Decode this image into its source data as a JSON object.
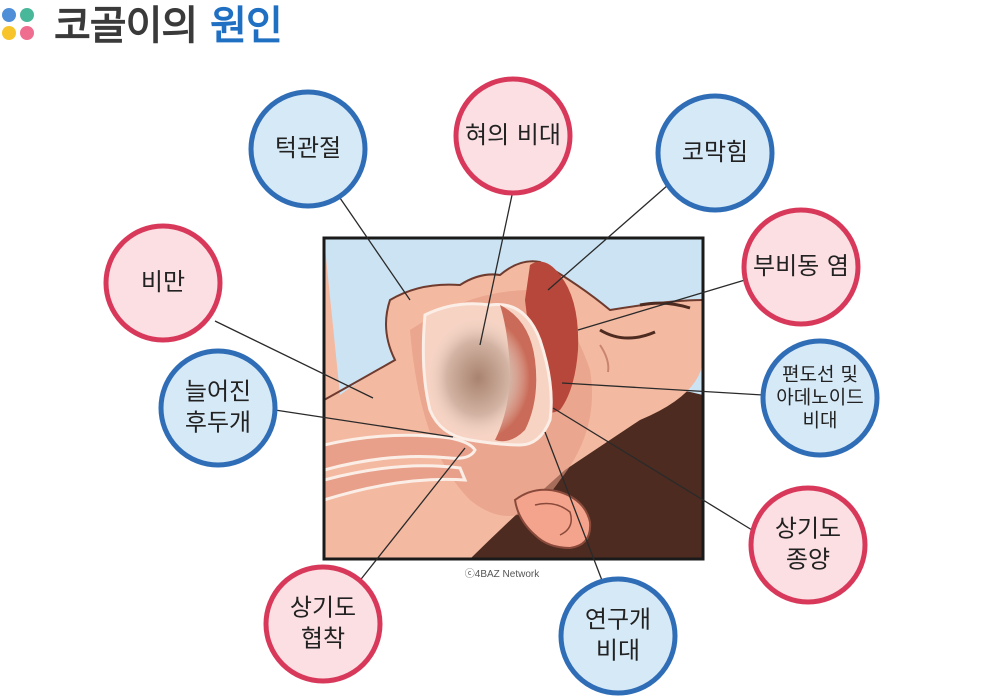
{
  "title": {
    "main": "코골이의",
    "accent": "원인"
  },
  "credit": "ⓒ4BAZ Network",
  "colors": {
    "blue_border": "#2f6db6",
    "blue_fill": "#d6e9f7",
    "red_border": "#d8395a",
    "red_fill": "#fbdfe3",
    "title_accent": "#1f6fc2",
    "dot_blue": "#4f8fd8",
    "dot_green": "#49b89a",
    "dot_yellow": "#f7c52b",
    "dot_pink": "#ef6d8f"
  },
  "causes": [
    {
      "id": "jaw",
      "lines": [
        "턱관절"
      ],
      "style": "blue"
    },
    {
      "id": "tongue",
      "lines": [
        "혀의 비대"
      ],
      "style": "red"
    },
    {
      "id": "nose",
      "lines": [
        "코막힘"
      ],
      "style": "blue"
    },
    {
      "id": "sinus",
      "lines": [
        "부비동 염"
      ],
      "style": "red"
    },
    {
      "id": "tonsil",
      "lines": [
        "편도선 및",
        "아데노이드",
        "비대"
      ],
      "style": "blue"
    },
    {
      "id": "tumor",
      "lines": [
        "상기도",
        "종양"
      ],
      "style": "red"
    },
    {
      "id": "palate",
      "lines": [
        "연구개",
        "비대"
      ],
      "style": "blue"
    },
    {
      "id": "narrow",
      "lines": [
        "상기도",
        "협착"
      ],
      "style": "red"
    },
    {
      "id": "throat",
      "lines": [
        "늘어진",
        "후두개"
      ],
      "style": "blue"
    },
    {
      "id": "obesity",
      "lines": [
        "비만"
      ],
      "style": "red"
    }
  ]
}
